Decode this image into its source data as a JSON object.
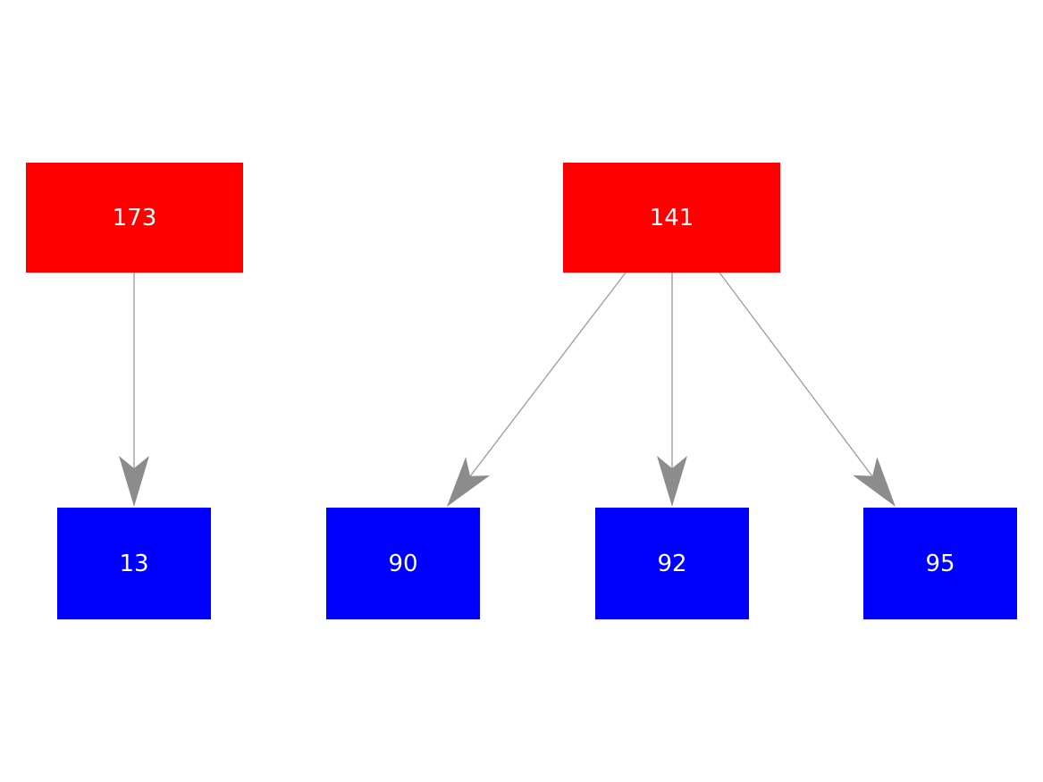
{
  "diagram": {
    "type": "tree-graph",
    "background_color": "#ffffff",
    "nodes": [
      {
        "id": "173",
        "label": "173",
        "role": "parent",
        "fill_color": "#ff0000",
        "text_color": "#ffffff"
      },
      {
        "id": "141",
        "label": "141",
        "role": "parent",
        "fill_color": "#ff0000",
        "text_color": "#ffffff"
      },
      {
        "id": "13",
        "label": "13",
        "role": "child",
        "fill_color": "#0000ff",
        "text_color": "#ffffff"
      },
      {
        "id": "90",
        "label": "90",
        "role": "child",
        "fill_color": "#0000ff",
        "text_color": "#ffffff"
      },
      {
        "id": "92",
        "label": "92",
        "role": "child",
        "fill_color": "#0000ff",
        "text_color": "#ffffff"
      },
      {
        "id": "95",
        "label": "95",
        "role": "child",
        "fill_color": "#0000ff",
        "text_color": "#ffffff"
      }
    ],
    "edges": [
      {
        "from": "173",
        "to": "13"
      },
      {
        "from": "141",
        "to": "90"
      },
      {
        "from": "141",
        "to": "92"
      },
      {
        "from": "141",
        "to": "95"
      }
    ],
    "edge_style": {
      "line_color": "#a0a0a0",
      "arrowhead_color": "#8c8c8c",
      "arrowhead_shape": "concave-dart"
    }
  }
}
